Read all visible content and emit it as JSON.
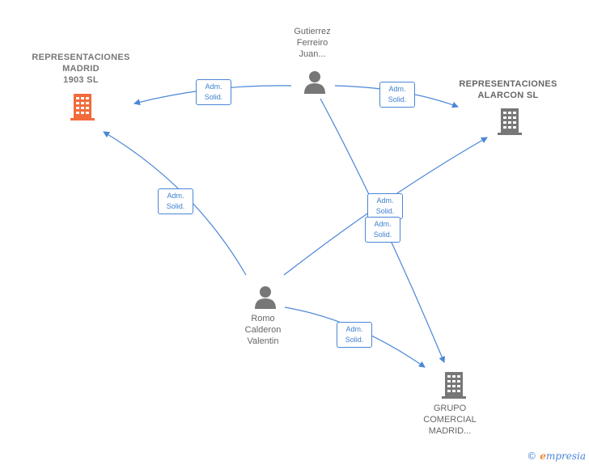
{
  "nodes": {
    "rep_madrid": {
      "label": "REPRESENTACIONES\nMADRID\n1903  SL",
      "kind": "company",
      "color": "#f26b3a"
    },
    "rep_alarcon": {
      "label": "REPRESENTACIONES\nALARCON SL",
      "kind": "company",
      "color": "#777777"
    },
    "grupo": {
      "label": "GRUPO\nCOMERCIAL\nMADRID...",
      "kind": "company",
      "color": "#777777"
    },
    "gutierrez": {
      "label": "Gutierrez\nFerreiro\nJuan...",
      "kind": "person",
      "color": "#777777"
    },
    "romo": {
      "label": "Romo\nCalderon\nValentin",
      "kind": "person",
      "color": "#777777"
    }
  },
  "edges": [
    {
      "from": "gutierrez",
      "to": "rep_madrid",
      "label": "Adm.\nSolid."
    },
    {
      "from": "gutierrez",
      "to": "rep_alarcon",
      "label": "Adm.\nSolid."
    },
    {
      "from": "gutierrez",
      "to": "grupo",
      "label": "Adm.\nSolid."
    },
    {
      "from": "romo",
      "to": "rep_madrid",
      "label": "Adm.\nSolid."
    },
    {
      "from": "romo",
      "to": "rep_alarcon",
      "label": "Adm.\nSolid."
    },
    {
      "from": "romo",
      "to": "grupo",
      "label": "Adm.\nSolid."
    }
  ],
  "colors": {
    "edge": "#4a86d6",
    "highlight_company": "#f26b3a",
    "default_icon": "#777777"
  },
  "footer": {
    "copyright_symbol": "©",
    "brand_initial": "e",
    "brand_rest": "mpresia"
  }
}
